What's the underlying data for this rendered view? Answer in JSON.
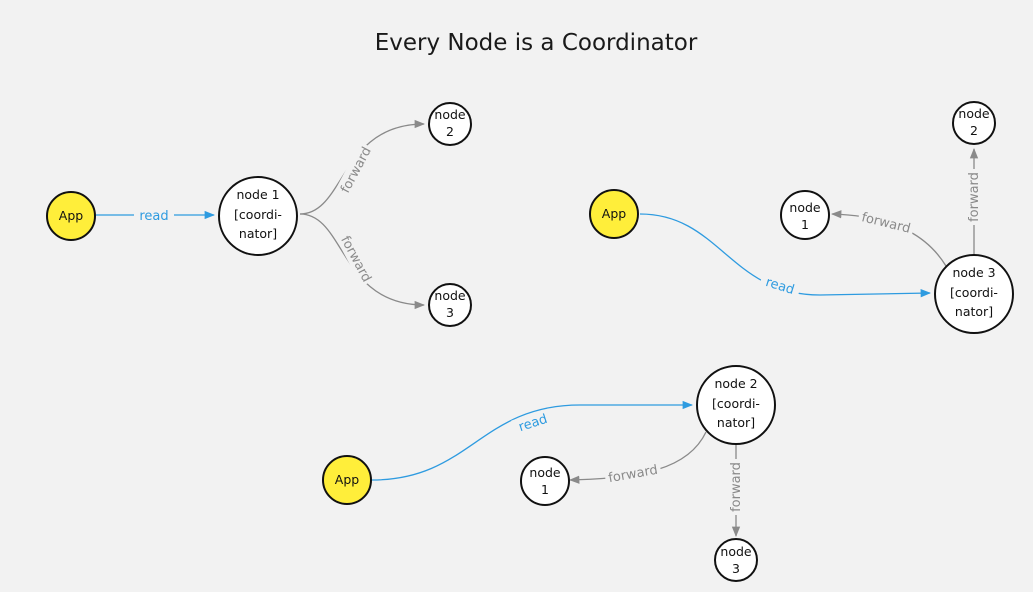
{
  "title": "Every Node is a Coordinator",
  "colors": {
    "background": "#f2f2f2",
    "app_fill": "#ffee3a",
    "node_fill": "#ffffff",
    "stroke": "#111111",
    "read_edge": "#2e9be0",
    "forward_edge": "#8a8a8a"
  },
  "diagram": {
    "scenarios": [
      {
        "id": "scenario-1",
        "app": "App",
        "read_label": "read",
        "coordinator": [
          "node 1",
          "[coordi-",
          "nator]"
        ],
        "forward_label": "forward",
        "targets": [
          [
            "node",
            "2"
          ],
          [
            "node",
            "3"
          ]
        ]
      },
      {
        "id": "scenario-2",
        "app": "App",
        "read_label": "read",
        "coordinator": [
          "node 3",
          "[coordi-",
          "nator]"
        ],
        "forward_label": "forward",
        "targets": [
          [
            "node",
            "1"
          ],
          [
            "node",
            "2"
          ]
        ]
      },
      {
        "id": "scenario-3",
        "app": "App",
        "read_label": "read",
        "coordinator": [
          "node 2",
          "[coordi-",
          "nator]"
        ],
        "forward_label": "forward",
        "targets": [
          [
            "node",
            "1"
          ],
          [
            "node",
            "3"
          ]
        ]
      }
    ]
  }
}
